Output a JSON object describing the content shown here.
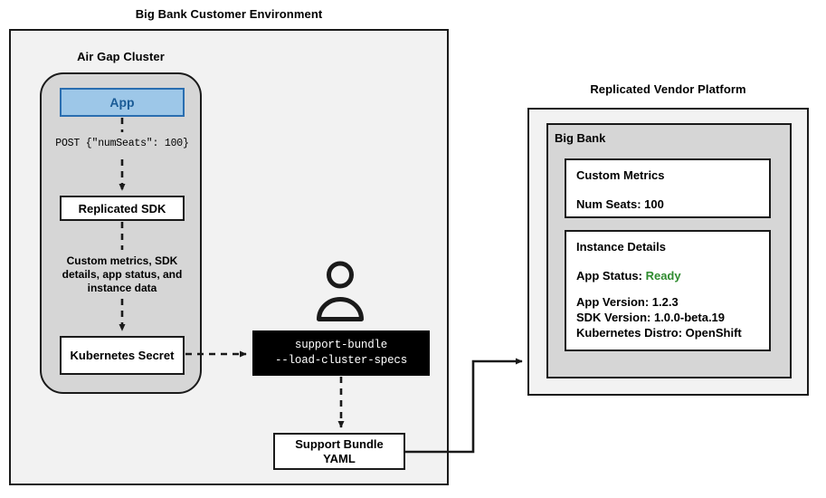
{
  "diagram": {
    "left_title": "Big Bank Customer Environment",
    "right_title": "Replicated Vendor Platform"
  },
  "cluster": {
    "label": "Air Gap Cluster",
    "nodes": {
      "app": "App",
      "sdk": "Replicated SDK",
      "secret": "Kubernetes Secret"
    },
    "edges": {
      "app_to_sdk": "POST {\"numSeats\": 100}",
      "sdk_to_secret": "Custom metrics, SDK details, app status, and instance data"
    }
  },
  "cli": {
    "command_line_1": "support-bundle",
    "command_line_2": "--load-cluster-specs",
    "operator_icon": "person-icon"
  },
  "artifact": {
    "line_1": "Support Bundle",
    "line_2": "YAML"
  },
  "vendor": {
    "customer_name": "Big Bank",
    "custom_metrics": {
      "title": "Custom Metrics",
      "rows": [
        "Num Seats: 100"
      ]
    },
    "instance_details": {
      "title": "Instance Details",
      "status_label": "App Status:",
      "status_value": "Ready",
      "rows": [
        "App Version: 1.2.3",
        "SDK Version: 1.0.0-beta.19",
        "Kubernetes Distro: OpenShift"
      ]
    }
  },
  "colors": {
    "app_fill": "#9dc7e8",
    "app_border": "#2a6eb0",
    "app_text": "#1a5b96",
    "container_fill": "#f2f2f2",
    "cluster_fill": "#d6d6d6",
    "terminal_bg": "#000000",
    "terminal_text": "#ffffff",
    "status_ready": "#2e8b2e",
    "stroke": "#1a1a1a"
  }
}
